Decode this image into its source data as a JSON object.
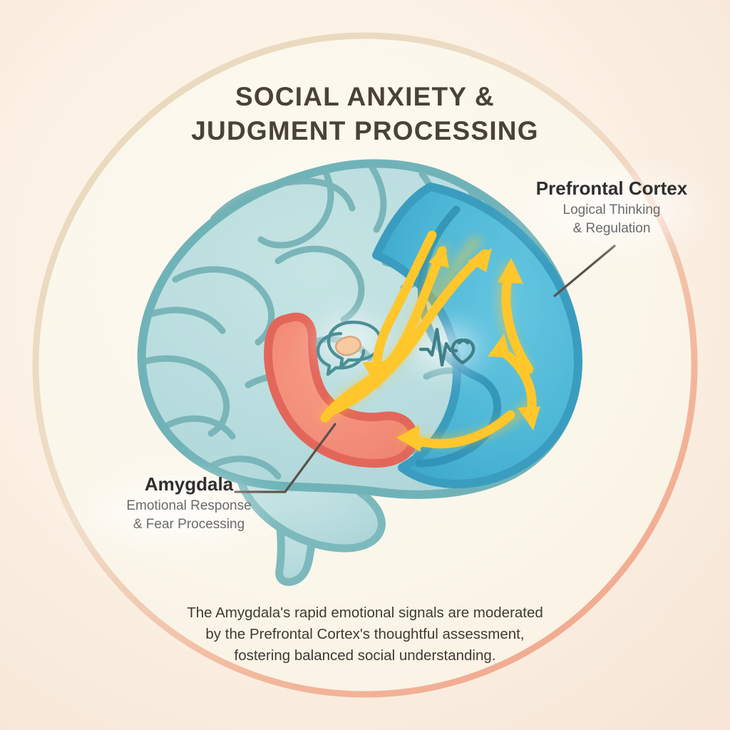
{
  "title": {
    "line1": "SOCIAL ANXIETY &",
    "line2": "JUDGMENT PROCESSING"
  },
  "regions": {
    "prefrontal_cortex": {
      "name": "Prefrontal Cortex",
      "subtitle_line1": "Logical Thinking",
      "subtitle_line2": "& Regulation",
      "fill_color": "#4fb8d8",
      "outline_color": "#3a9dbf"
    },
    "amygdala": {
      "name": "Amygdala",
      "subtitle_line1": "Emotional Response",
      "subtitle_line2": "& Fear Processing",
      "fill_color": "#f28b76",
      "outline_color": "#e2675a"
    }
  },
  "caption": {
    "line1": "The Amygdala's rapid emotional signals are moderated",
    "line2": "by the Prefrontal Cortex's thoughtful assessment,",
    "line3": "fostering balanced social understanding."
  },
  "icons": {
    "speech_bubbles": "speech-bubbles-icon",
    "heartbeat_heart": "heartbeat-heart-icon"
  },
  "palette": {
    "page_background": "#f8ece1",
    "circle_fill": "#fbf6ea",
    "circle_ring_top": "#e8d9bc",
    "circle_ring_bottom": "#f0a68c",
    "brain_fill": "#b8dcde",
    "brain_outline": "#6fb3b8",
    "arrow_color": "#ffc72c",
    "title_color": "#4a4238",
    "label_color": "#2f2f2f",
    "sublabel_color": "#6b6b6b",
    "leader_line_color": "#5a5248"
  }
}
